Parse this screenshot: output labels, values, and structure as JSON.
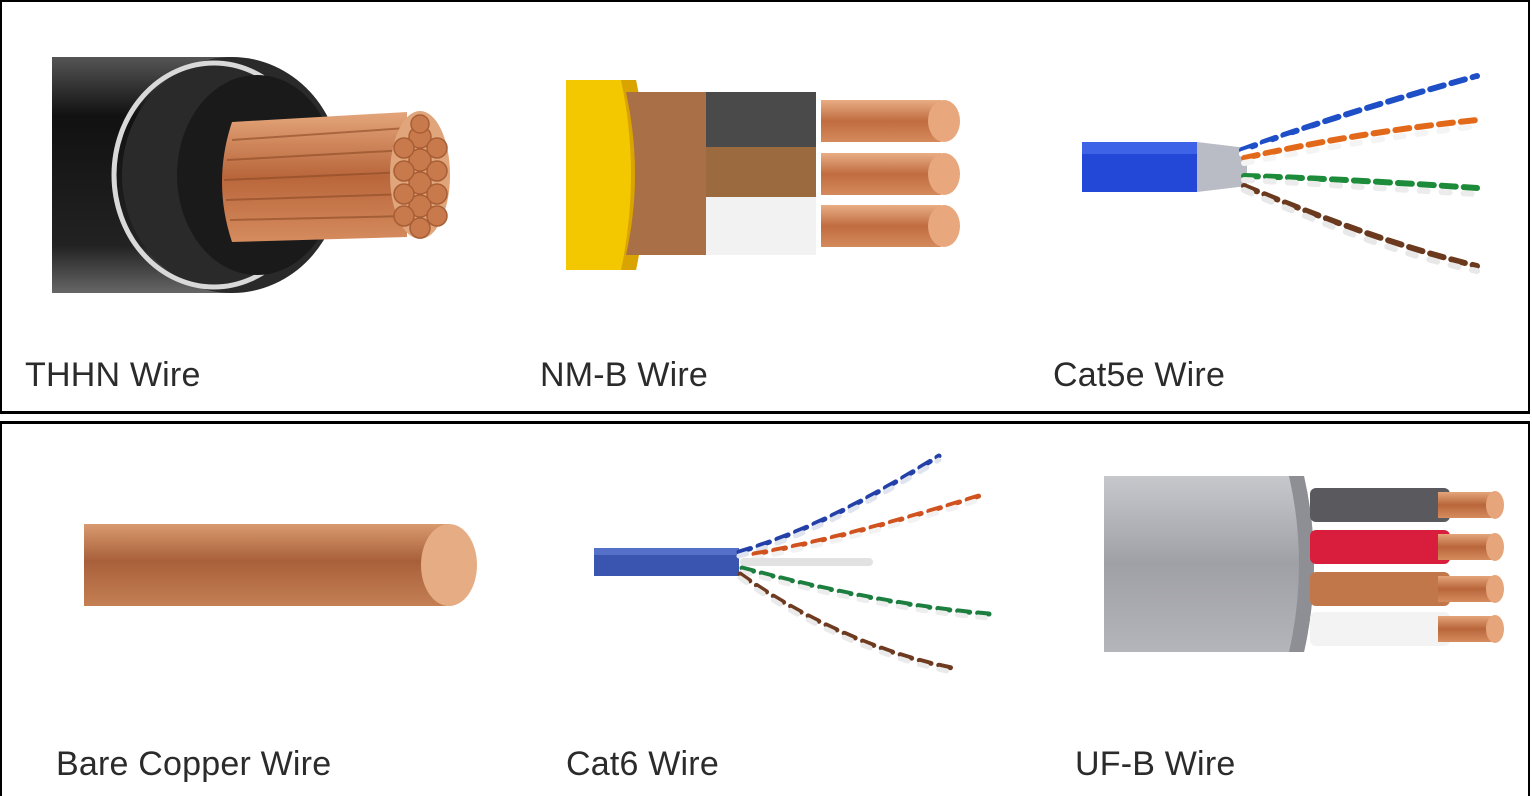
{
  "items": [
    {
      "id": "thhn",
      "label": "THHN Wire",
      "icon": "thhn-wire-illustration"
    },
    {
      "id": "nmb",
      "label": "NM-B Wire",
      "icon": "nmb-wire-illustration"
    },
    {
      "id": "cat5e",
      "label": "Cat5e Wire",
      "icon": "cat5e-wire-illustration"
    },
    {
      "id": "bare",
      "label": "Bare Copper Wire",
      "icon": "bare-copper-wire-illustration"
    },
    {
      "id": "cat6",
      "label": "Cat6 Wire",
      "icon": "cat6-wire-illustration"
    },
    {
      "id": "ufb",
      "label": "UF-B Wire",
      "icon": "ufb-wire-illustration"
    }
  ],
  "colors": {
    "copper": "#c8784c",
    "copper_light": "#e0a77e",
    "black_jacket": "#1e1e1e",
    "yellow_jacket": "#f2c400",
    "tan_paper": "#b07a4e",
    "blue_jacket": "#2348d8",
    "cat6_blue": "#3a55b0",
    "gray_jacket": "#a8a8ad",
    "red_insulation": "#d81e3c"
  }
}
